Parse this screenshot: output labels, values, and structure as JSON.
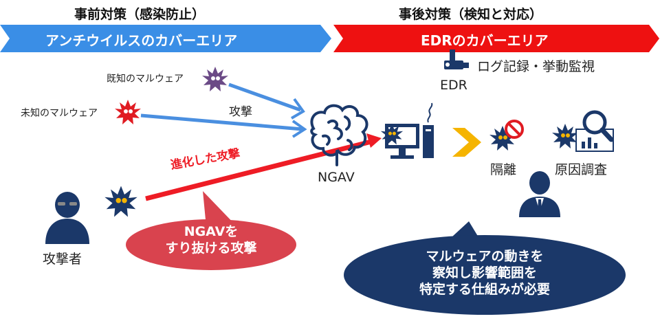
{
  "headings": {
    "prevention": "事前対策（感染防止）",
    "response": "事後対策（検知と対応）"
  },
  "banners": {
    "antivirus": "アンチウイルスのカバーエリア",
    "edr": "EDRのカバーエリア"
  },
  "labels": {
    "known_malware": "既知のマルウェア",
    "unknown_malware": "未知のマルウェア",
    "attack": "攻撃",
    "advanced_attack": "進化した攻撃",
    "ngav": "NGAV",
    "edr": "EDR",
    "log_monitoring": "ログ記録・挙動監視",
    "isolation": "隔離",
    "root_cause": "原因調査",
    "attacker": "攻撃者"
  },
  "callouts": {
    "bypass_line1": "NGAVを",
    "bypass_line2": "すり抜ける攻撃",
    "edr_line1": "マルウェアの動きを",
    "edr_line2": "察知し影響範囲を",
    "edr_line3": "特定する仕組みが必要"
  },
  "colors": {
    "blue_banner": "#3a8ee6",
    "red_banner": "#ee1111",
    "blue_arrow": "#4a8fe0",
    "red_arrow": "#ee1c25",
    "navy": "#1b3869",
    "pink_callout": "#d9434e",
    "chevron": "#f5b400",
    "known_virus": "#6b4a86",
    "unknown_virus": "#e01b22"
  },
  "icons": [
    "known-malware-icon",
    "unknown-malware-icon",
    "attacker-icon",
    "attacker-malware-icon",
    "brain-icon",
    "computer-icon",
    "computer-malware-icon",
    "camera-icon",
    "chevron-icon",
    "isolated-malware-icon",
    "prohibited-icon",
    "investigated-malware-icon",
    "magnifier-icon",
    "analyst-icon"
  ]
}
